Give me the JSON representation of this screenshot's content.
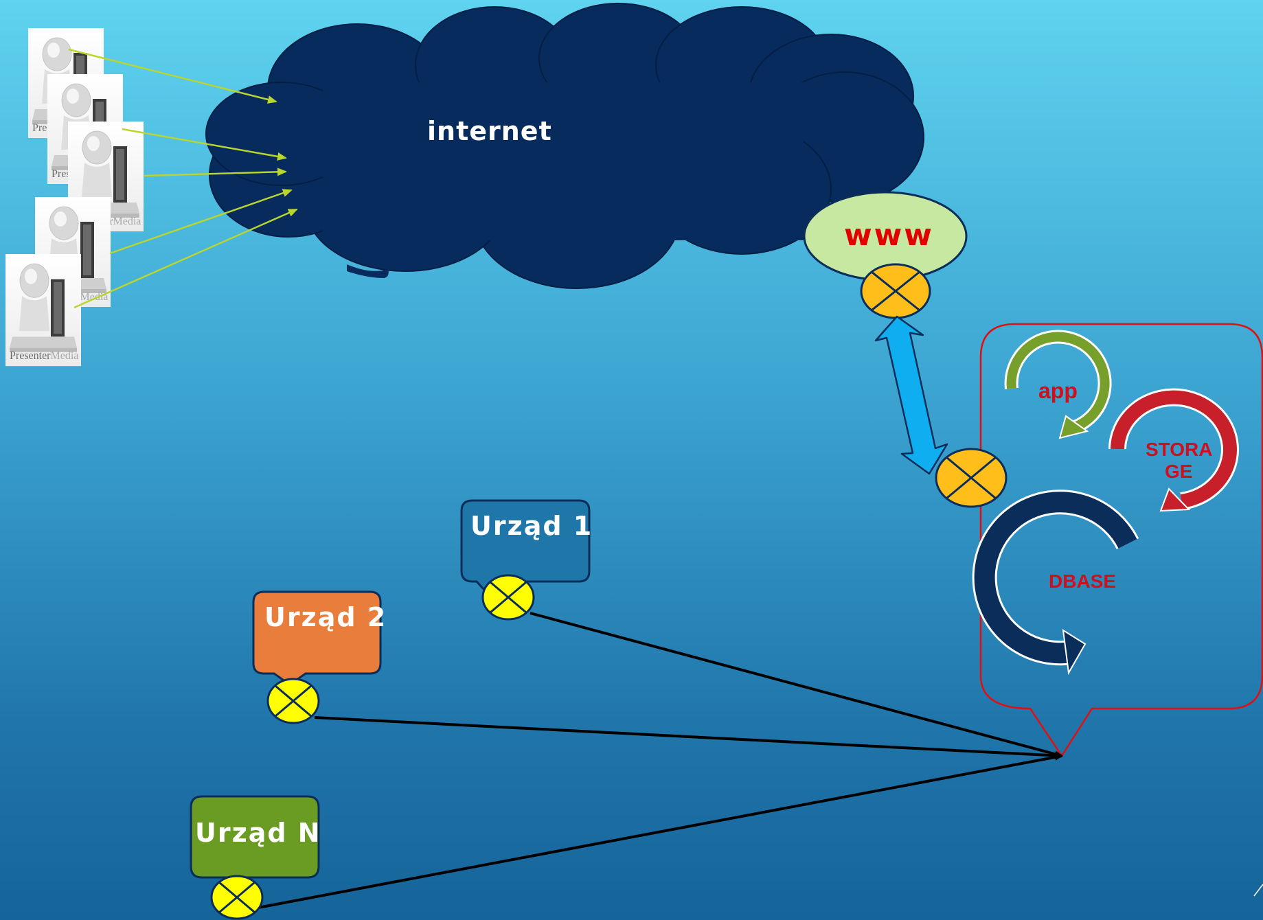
{
  "diagram": {
    "internet_label": "internet",
    "www_label": "www",
    "server": {
      "app_label": "app",
      "storage_label_line1": "STORA",
      "storage_label_line2": "GE",
      "dbase_label": "DBASE"
    },
    "offices": [
      {
        "label": "Urząd 1",
        "color": "#1f76a8"
      },
      {
        "label": "Urząd 2",
        "color": "#e97d3c"
      },
      {
        "label": "Urząd N",
        "color": "#6a9c23"
      }
    ],
    "user_watermark_a": "Presenter",
    "user_watermark_b": "Media",
    "colors": {
      "cloud": "#062b5c",
      "www_ellipse": "#c6e8a1",
      "node_orange": "#ffbe1a",
      "node_yellow": "#ffff00",
      "double_arrow": "#0eaef0",
      "user_arrows": "#b8d530",
      "server_outline": "#e01010",
      "app_arrow": "#76a02b",
      "storage_arrow": "#c8202b",
      "dbase_arrow": "#0a2e59"
    }
  }
}
